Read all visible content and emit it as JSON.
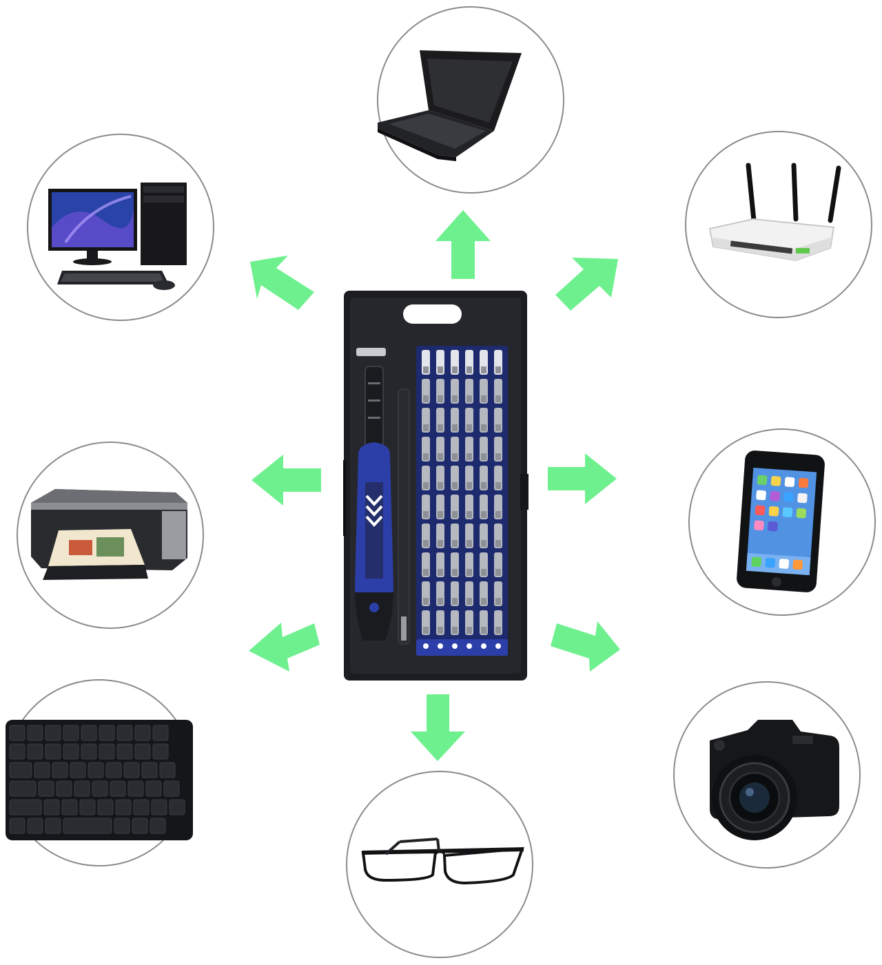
{
  "scene": {
    "accent_color": "#6ff08f",
    "circle_stroke_color": "#8a8a8a",
    "case_color": "#1c1d21",
    "handle_color": "#2c3ea8",
    "center_item": "precision-screwdriver-kit",
    "devices": [
      {
        "name": "laptop",
        "icon": "laptop-icon"
      },
      {
        "name": "desktop-computer",
        "icon": "desktop-computer-icon"
      },
      {
        "name": "router",
        "icon": "router-icon"
      },
      {
        "name": "printer",
        "icon": "printer-icon"
      },
      {
        "name": "smartphone",
        "icon": "smartphone-icon"
      },
      {
        "name": "keyboard",
        "icon": "keyboard-icon"
      },
      {
        "name": "camera",
        "icon": "camera-icon"
      },
      {
        "name": "eyeglasses",
        "icon": "eyeglasses-icon"
      }
    ],
    "arrow_count": 8
  }
}
